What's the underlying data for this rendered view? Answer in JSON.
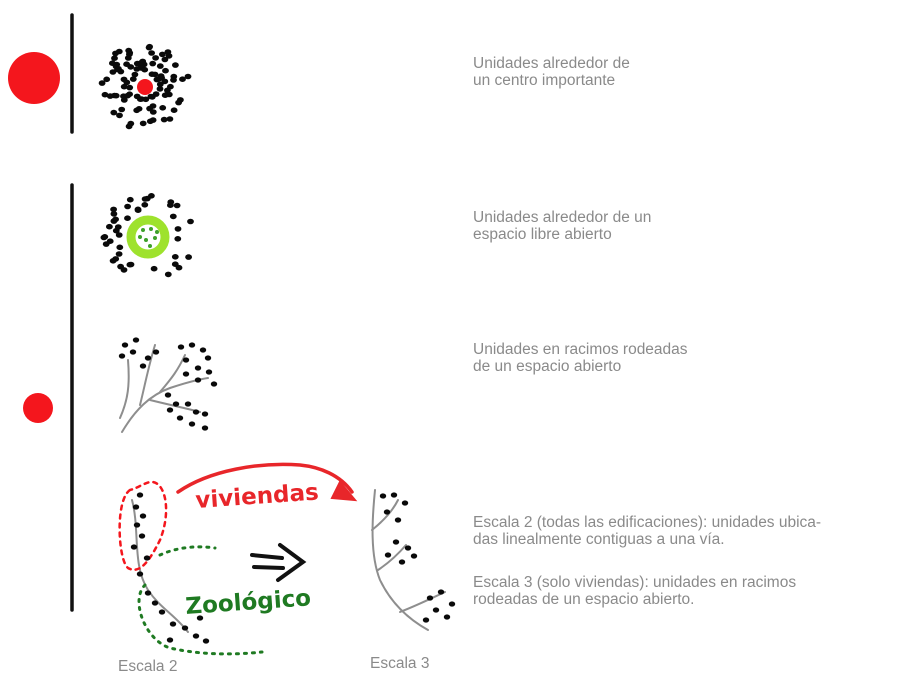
{
  "rows": [
    {
      "caption": "Unidades alrededor de\nun centro importante"
    },
    {
      "caption": "Unidades alrededor de un\nespacio libre abierto"
    },
    {
      "caption": "Unidades en racimos rodeadas\nde un espacio abierto"
    },
    {
      "caption": "Escala 2 (todas las edificaciones): unidades ubica-\ndas linealmente contiguas a una vía."
    },
    {
      "caption": "Escala 3 (solo viviendas): unidades en racimos\nrodeadas de un espacio abierto."
    }
  ],
  "sketch": {
    "viviendas_label": "viviendas",
    "zoologico_label": "Zoológico",
    "scale2_label": "Escala 2",
    "scale3_label": "Escala 3"
  },
  "colors": {
    "marker_red": "#f4161d",
    "dot_black": "#0a0a0a",
    "open_space_green": "#9ee22d",
    "zoo_green": "#1f7a22",
    "branch_gray": "#8e8e8e",
    "caption_gray": "#8a8a8a"
  }
}
